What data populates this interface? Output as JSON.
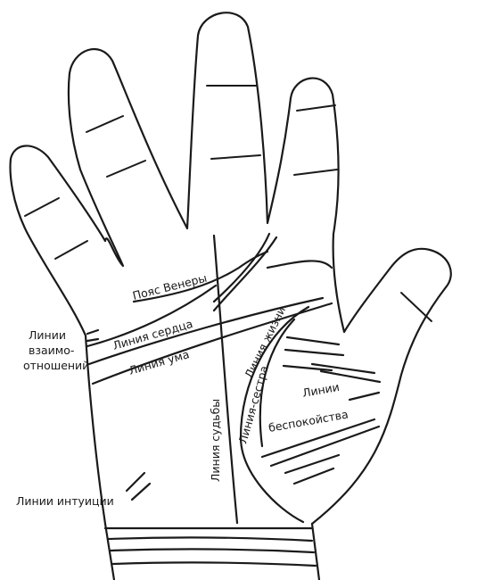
{
  "labels": {
    "venus_belt": "Пояс Венеры",
    "heart_line": "Линия сердца",
    "head_line": "Линия ума",
    "fate_line": "Линия судьбы",
    "life_line": "Линия жизни",
    "sister_line": "Линия-сестра",
    "worry_lines_1": "Линии",
    "worry_lines_2": "беспокойства",
    "relationship_1": "Линии",
    "relationship_2": "взаимо-",
    "relationship_3": "отношений",
    "intuition": "Линии интуиции"
  }
}
